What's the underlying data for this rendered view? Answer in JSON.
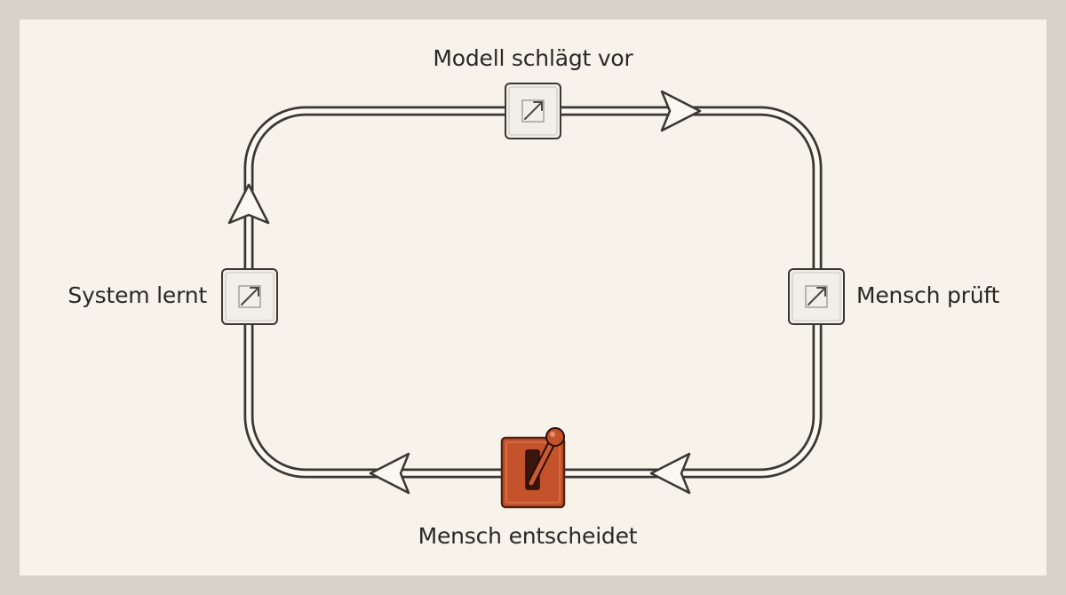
{
  "diagram": {
    "nodes": [
      {
        "id": "top",
        "label": "Modell schlägt vor",
        "icon": "expand-arrow-icon"
      },
      {
        "id": "right",
        "label": "Mensch prüft",
        "icon": "expand-arrow-icon"
      },
      {
        "id": "bottom",
        "label": "Mensch entscheidet",
        "icon": "lever-switch-icon"
      },
      {
        "id": "left",
        "label": "System lernt",
        "icon": "expand-arrow-icon"
      }
    ],
    "flow_direction": "clockwise"
  },
  "colors": {
    "background": "#f7f3ea",
    "outer_border": "#d8d3ca",
    "line": "#3a3734",
    "node_fill": "#f2efe9",
    "switch_fill": "#c4532b",
    "switch_dark": "#7a2a14",
    "text": "#2a2826"
  }
}
